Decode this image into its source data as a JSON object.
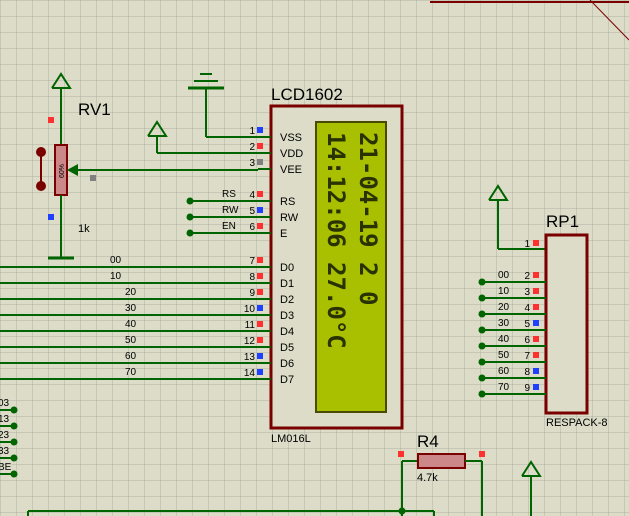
{
  "rv1": {
    "ref": "RV1",
    "value": "1k",
    "percent": "60%"
  },
  "lcd": {
    "ref": "LCD1602",
    "part": "LM016L",
    "pins": [
      {
        "num": "1",
        "name": "VSS"
      },
      {
        "num": "2",
        "name": "VDD"
      },
      {
        "num": "3",
        "name": "VEE"
      },
      {
        "num": "4",
        "name": "RS"
      },
      {
        "num": "5",
        "name": "RW"
      },
      {
        "num": "6",
        "name": "E"
      },
      {
        "num": "7",
        "name": "D0"
      },
      {
        "num": "8",
        "name": "D1"
      },
      {
        "num": "9",
        "name": "D2"
      },
      {
        "num": "10",
        "name": "D3"
      },
      {
        "num": "11",
        "name": "D4"
      },
      {
        "num": "12",
        "name": "D5"
      },
      {
        "num": "13",
        "name": "D6"
      },
      {
        "num": "14",
        "name": "D7"
      }
    ],
    "ctrl_nets": [
      "RS",
      "RW",
      "EN"
    ],
    "data_nets": [
      "00",
      "10",
      "20",
      "30",
      "40",
      "50",
      "60",
      "70"
    ],
    "display": {
      "line1": "21-04-19 2 0",
      "line2": "14:12:06 27.0°C"
    }
  },
  "rp1": {
    "ref": "RP1",
    "part": "RESPACK-8",
    "pins": [
      "1",
      "2",
      "3",
      "4",
      "5",
      "6",
      "7",
      "8",
      "9"
    ],
    "nets": [
      "00",
      "10",
      "20",
      "30",
      "40",
      "50",
      "60",
      "70"
    ]
  },
  "r4": {
    "ref": "R4",
    "value": "4.7k"
  },
  "left_edge_labels": [
    "03",
    "13",
    "23",
    "33",
    "BE"
  ],
  "colors": {
    "wire": "#006400",
    "body": "#7a0000",
    "lcd_screen": "#a8c000",
    "pin_red": "#ff3030",
    "pin_blue": "#2040ff",
    "pin_grey": "#808080"
  }
}
